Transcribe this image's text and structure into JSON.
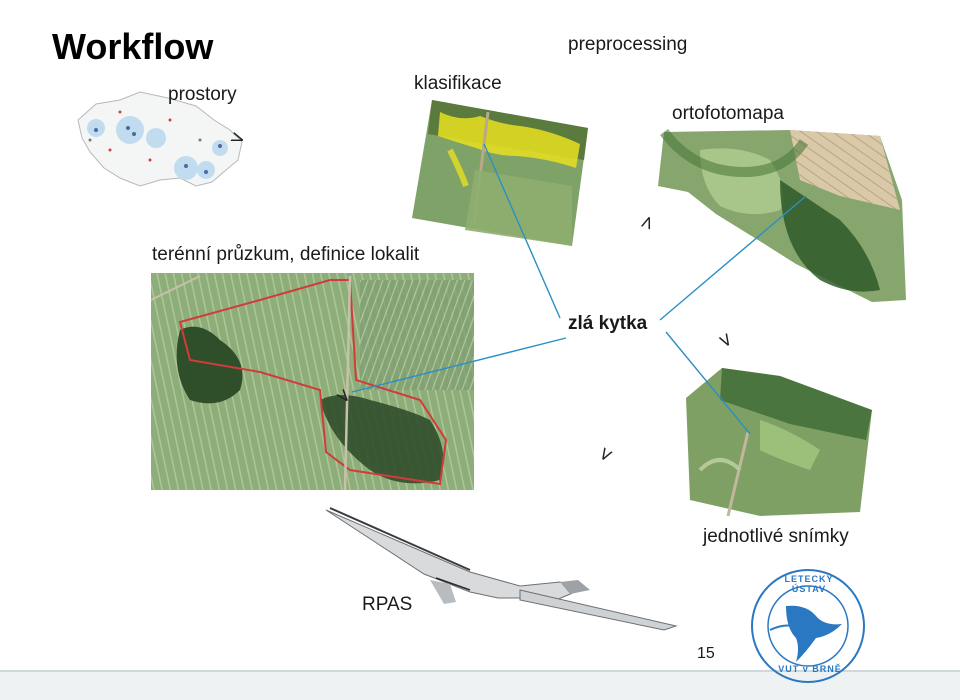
{
  "title": "Workflow",
  "labels": {
    "prostory": "prostory",
    "klasifikace": "klasifikace",
    "preprocessing": "preprocessing",
    "ortofotomapa": "ortofotomapa",
    "pruzkum": "terénní průzkum, definice lokalit",
    "zla_kytka": "zlá kytka",
    "jednotlive_snimky": "jednotlivé snímky",
    "rpas": "RPAS"
  },
  "arrow_glyph": ">",
  "page_number": "15",
  "logo": {
    "text_top": "LETECKÝ ÚSTAV",
    "text_bottom": "VUT v BRNĚ"
  },
  "colors": {
    "connector": "#2a8fc4",
    "field_boundary": "#d23b3b",
    "classified_yellow": "#e8e020",
    "logo_blue": "#2b78c2"
  }
}
